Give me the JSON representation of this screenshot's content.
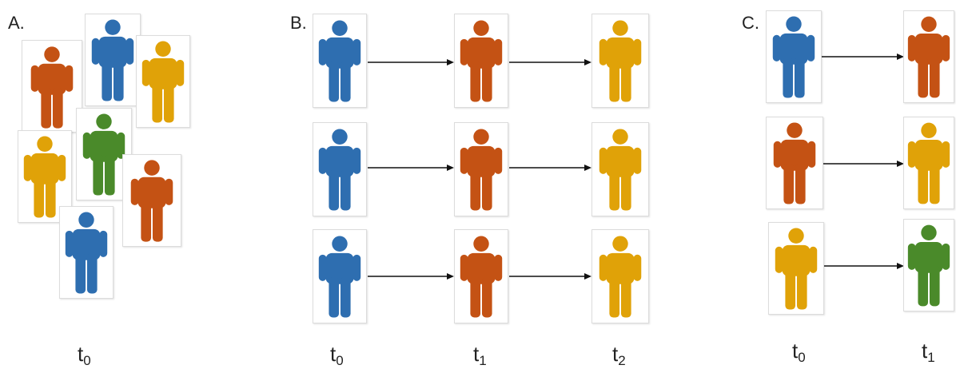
{
  "colors": {
    "blue": "#2e6eb0",
    "orange": "#c45214",
    "gold": "#e0a208",
    "green": "#4a8a2a",
    "arrow": "#111111"
  },
  "icons": {
    "person": "person-icon"
  },
  "panels": {
    "a": {
      "label": "A."
    },
    "b": {
      "label": "B."
    },
    "c": {
      "label": "C."
    }
  },
  "time_labels": {
    "a_t0": {
      "base": "t",
      "sub": "0"
    },
    "b_t0": {
      "base": "t",
      "sub": "0"
    },
    "b_t1": {
      "base": "t",
      "sub": "1"
    },
    "b_t2": {
      "base": "t",
      "sub": "2"
    },
    "c_t0": {
      "base": "t",
      "sub": "0"
    },
    "c_t1": {
      "base": "t",
      "sub": "1"
    }
  },
  "figures": {
    "a": [
      "orange",
      "blue",
      "gold",
      "green",
      "gold",
      "orange",
      "blue"
    ],
    "b": [
      [
        "blue",
        "orange",
        "gold"
      ],
      [
        "blue",
        "orange",
        "gold"
      ],
      [
        "blue",
        "orange",
        "gold"
      ]
    ],
    "c": [
      [
        "blue",
        "orange"
      ],
      [
        "orange",
        "gold"
      ],
      [
        "gold",
        "green"
      ]
    ]
  }
}
